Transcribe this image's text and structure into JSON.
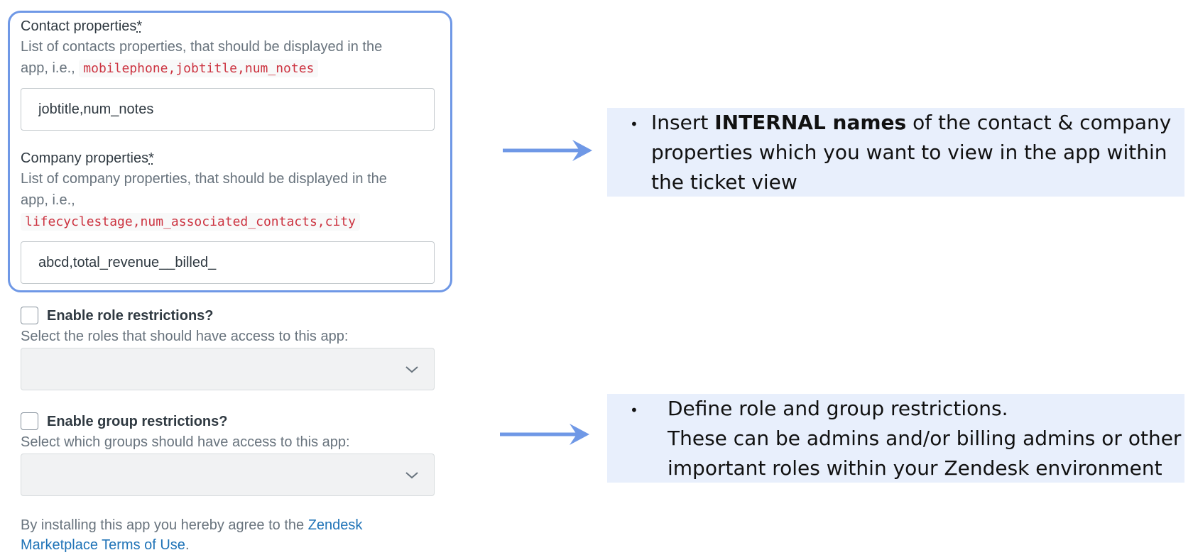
{
  "contact": {
    "label": "Contact properties",
    "required_mark": "*",
    "hint_line1": "List of contacts properties, that should be displayed in the",
    "hint_prefix": "app, i.e.,",
    "hint_code": "mobilephone,jobtitle,num_notes",
    "value": "jobtitle,num_notes"
  },
  "company": {
    "label": "Company properties",
    "required_mark": "*",
    "hint_line1": "List of company properties, that should be displayed in the",
    "hint_prefix": "app, i.e.,",
    "hint_code": "lifecyclestage,num_associated_contacts,city",
    "value": "abcd,total_revenue__billed_"
  },
  "role": {
    "checkbox_label": "Enable role restrictions?",
    "hint": "Select the roles that should have access to this app:",
    "checked": false
  },
  "group": {
    "checkbox_label": "Enable group restrictions?",
    "hint": "Select which groups should have access to this app:",
    "checked": false
  },
  "footer": {
    "prefix": "By installing this app you hereby agree to the",
    "link_line1": "Zendesk",
    "link_line2": "Marketplace Terms of Use",
    "suffix": "."
  },
  "notes": {
    "note1": {
      "bullet": "•",
      "pre": "Insert",
      "bold": "INTERNAL names",
      "line1_rest": "of the contact & company",
      "line2": "properties which you want to view in the app within",
      "line3": "the ticket view"
    },
    "note2": {
      "bullet": "•",
      "line1": "Define role and group restrictions.",
      "line2": "These can be admins and/or billing admins or other",
      "line3": "important roles within your Zendesk environment"
    }
  },
  "colors": {
    "highlight": "#6f98e6",
    "note_background": "#e8effc",
    "code_text": "#cc3340",
    "link": "#1f73b7"
  }
}
